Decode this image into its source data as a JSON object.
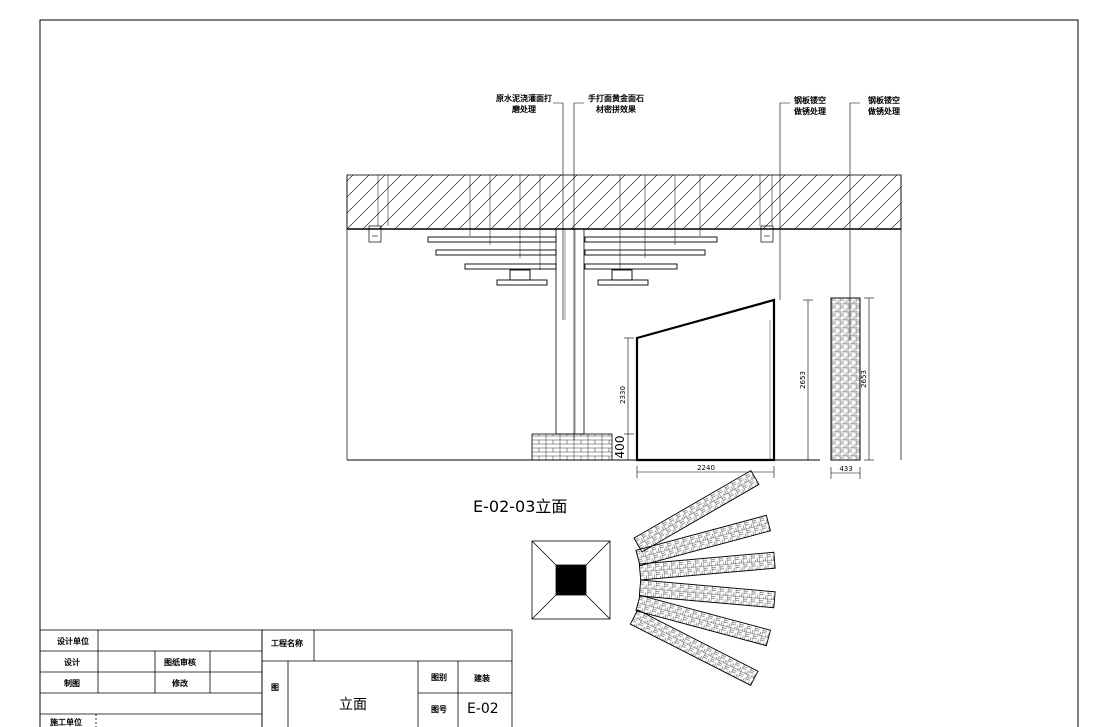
{
  "annotations": {
    "concrete_line1": "原水泥浇灌面打",
    "concrete_line2": "磨处理",
    "stone_line1": "手打面黄金面石",
    "stone_line2": "材密拼效果",
    "steel_a_line1": "钢板镂空",
    "steel_a_line2": "做锈处理",
    "steel_b_line1": "钢板镂空",
    "steel_b_line2": "做锈处理"
  },
  "dimensions": {
    "door_height": "2330",
    "base_height": "400",
    "door_width": "2240",
    "panel_height_a": "2653",
    "panel_height_b": "2653",
    "panel_width": "433"
  },
  "caption": "E-02-03立面",
  "title_block": {
    "design_unit_label": "设计单位",
    "design_label": "设计",
    "review_label": "图纸审核",
    "draw_label": "制图",
    "revise_label": "修改",
    "construction_unit_label": "施工单位",
    "project_name_label": "工程名称",
    "drawing_name_label": "图",
    "drawing_title": "立面",
    "category_label": "图别",
    "category_value": "建装",
    "number_label": "图号",
    "number_value": "E-02"
  }
}
